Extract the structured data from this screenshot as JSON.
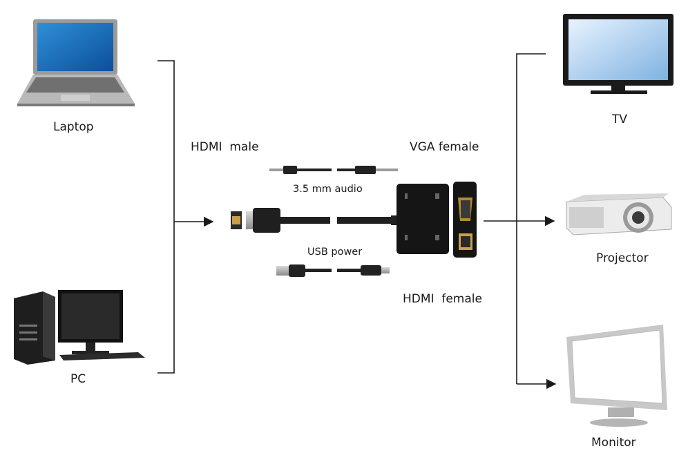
{
  "sources": {
    "laptop": "Laptop",
    "pc": "PC"
  },
  "connectors": {
    "hdmi_male": "HDMI  male",
    "vga_female": "VGA female",
    "audio": "3.5 mm audio",
    "usb_power": "USB power",
    "hdmi_female": "HDMI  female"
  },
  "outputs": {
    "tv": "TV",
    "projector": "Projector",
    "monitor": "Monitor"
  }
}
